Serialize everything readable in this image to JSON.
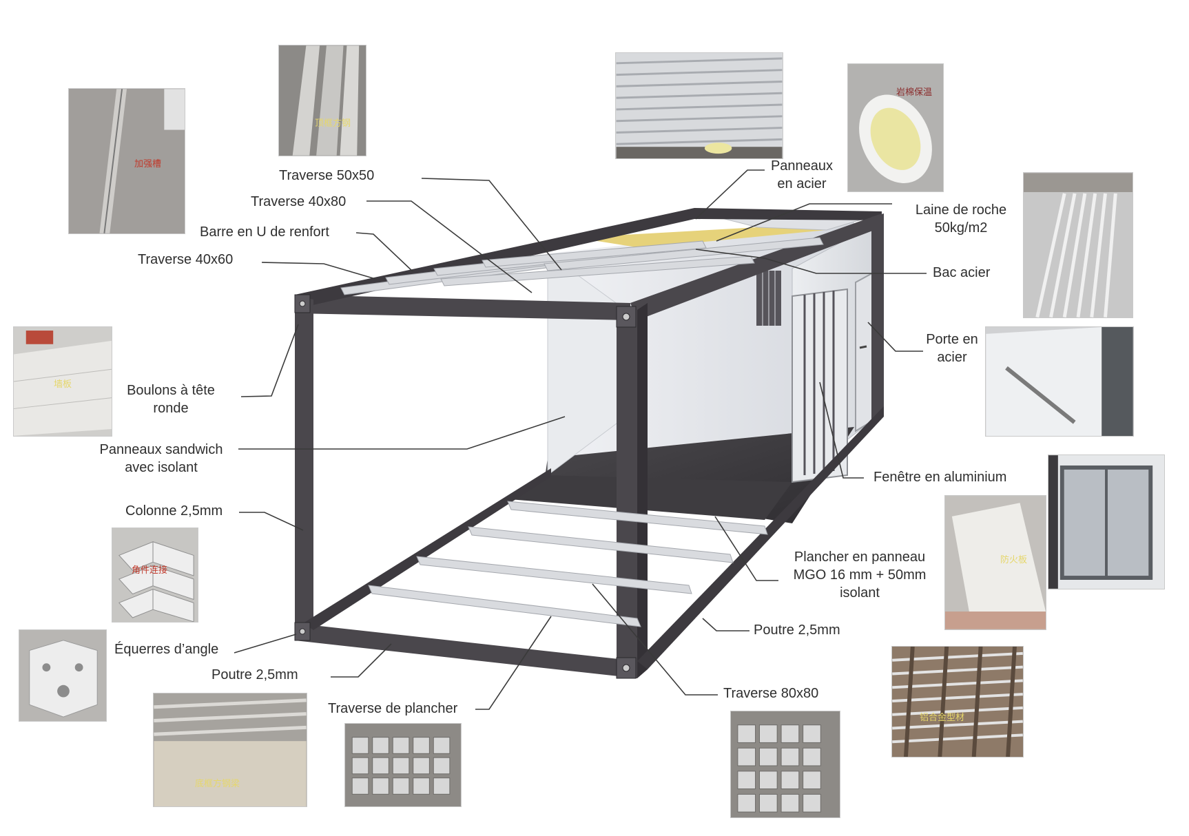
{
  "labels": {
    "traverse_50x50": "Traverse 50x50",
    "traverse_40x80": "Traverse 40x80",
    "barre_u": "Barre en U de renfort",
    "traverse_40x60": "Traverse 40x60",
    "boulons_1": "Boulons à tête",
    "boulons_2": "ronde",
    "panneaux_sandwich_1": "Panneaux sandwich",
    "panneaux_sandwich_2": "avec isolant",
    "colonne": "Colonne 2,5mm",
    "equerres": "Équerres d’angle",
    "poutre_left": "Poutre 2,5mm",
    "traverse_plancher": "Traverse de plancher",
    "traverse_80x80": "Traverse 80x80",
    "poutre_right": "Poutre 2,5mm",
    "plancher_1": "Plancher en panneau",
    "plancher_2": "MGO 16 mm + 50mm",
    "plancher_3": "isolant",
    "fenetre": "Fenêtre en aluminium",
    "porte_1": "Porte en",
    "porte_2": "acier",
    "bac_acier": "Bac acier",
    "laine_1": "Laine de roche",
    "laine_2": "50kg/m2",
    "panneaux_acier_1": "Panneaux",
    "panneaux_acier_2": "en acier"
  },
  "photo_captions": {
    "u_bar": "加强槽",
    "traverse_50": "顶框方钢",
    "rock_wool": "岩棉保温",
    "sandwich": "墙板",
    "angle": "角件连接",
    "floor_beam": "底框方钢梁",
    "mgo": "防火板",
    "window_rail": "铝合金型材"
  },
  "colors": {
    "frame": "#4a474c",
    "frame_dark": "#343136",
    "wall": "#e4e6ea",
    "floor": "#3d3b3f",
    "insulation": "#e6d27a",
    "text": "#2e2e2e",
    "leader": "#3a3a3a"
  }
}
